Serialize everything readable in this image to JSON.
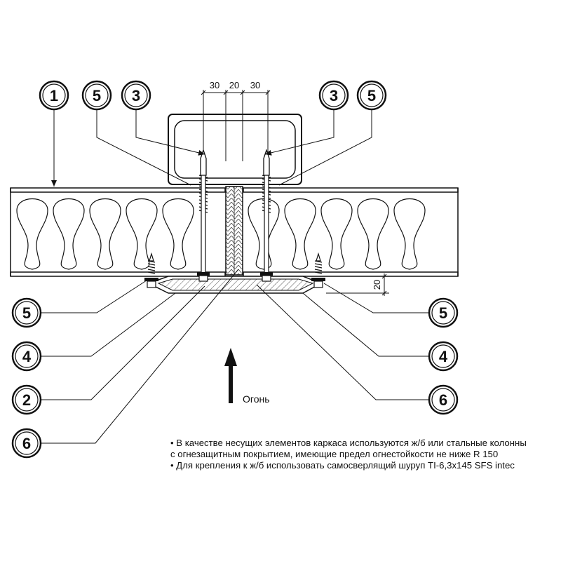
{
  "callouts": {
    "left_top": [
      "1",
      "5",
      "3"
    ],
    "right_top": [
      "3",
      "5"
    ],
    "left_side": [
      "5",
      "4",
      "2",
      "6"
    ],
    "right_side": [
      "5",
      "4",
      "6"
    ]
  },
  "dimensions": {
    "top_left": "30",
    "top_mid": "20",
    "top_right": "30",
    "side": "20"
  },
  "fire_label": "Огонь",
  "notes": [
    "• В качестве несущих элементов каркаса используются ж/б или стальные колонны",
    "с огнезащитным покрытием, имеющие предел огнестойкости не ниже R 150",
    "• Для крепления к ж/б использовать самосверлящий шуруп TI-6,3х145 SFS intec"
  ]
}
